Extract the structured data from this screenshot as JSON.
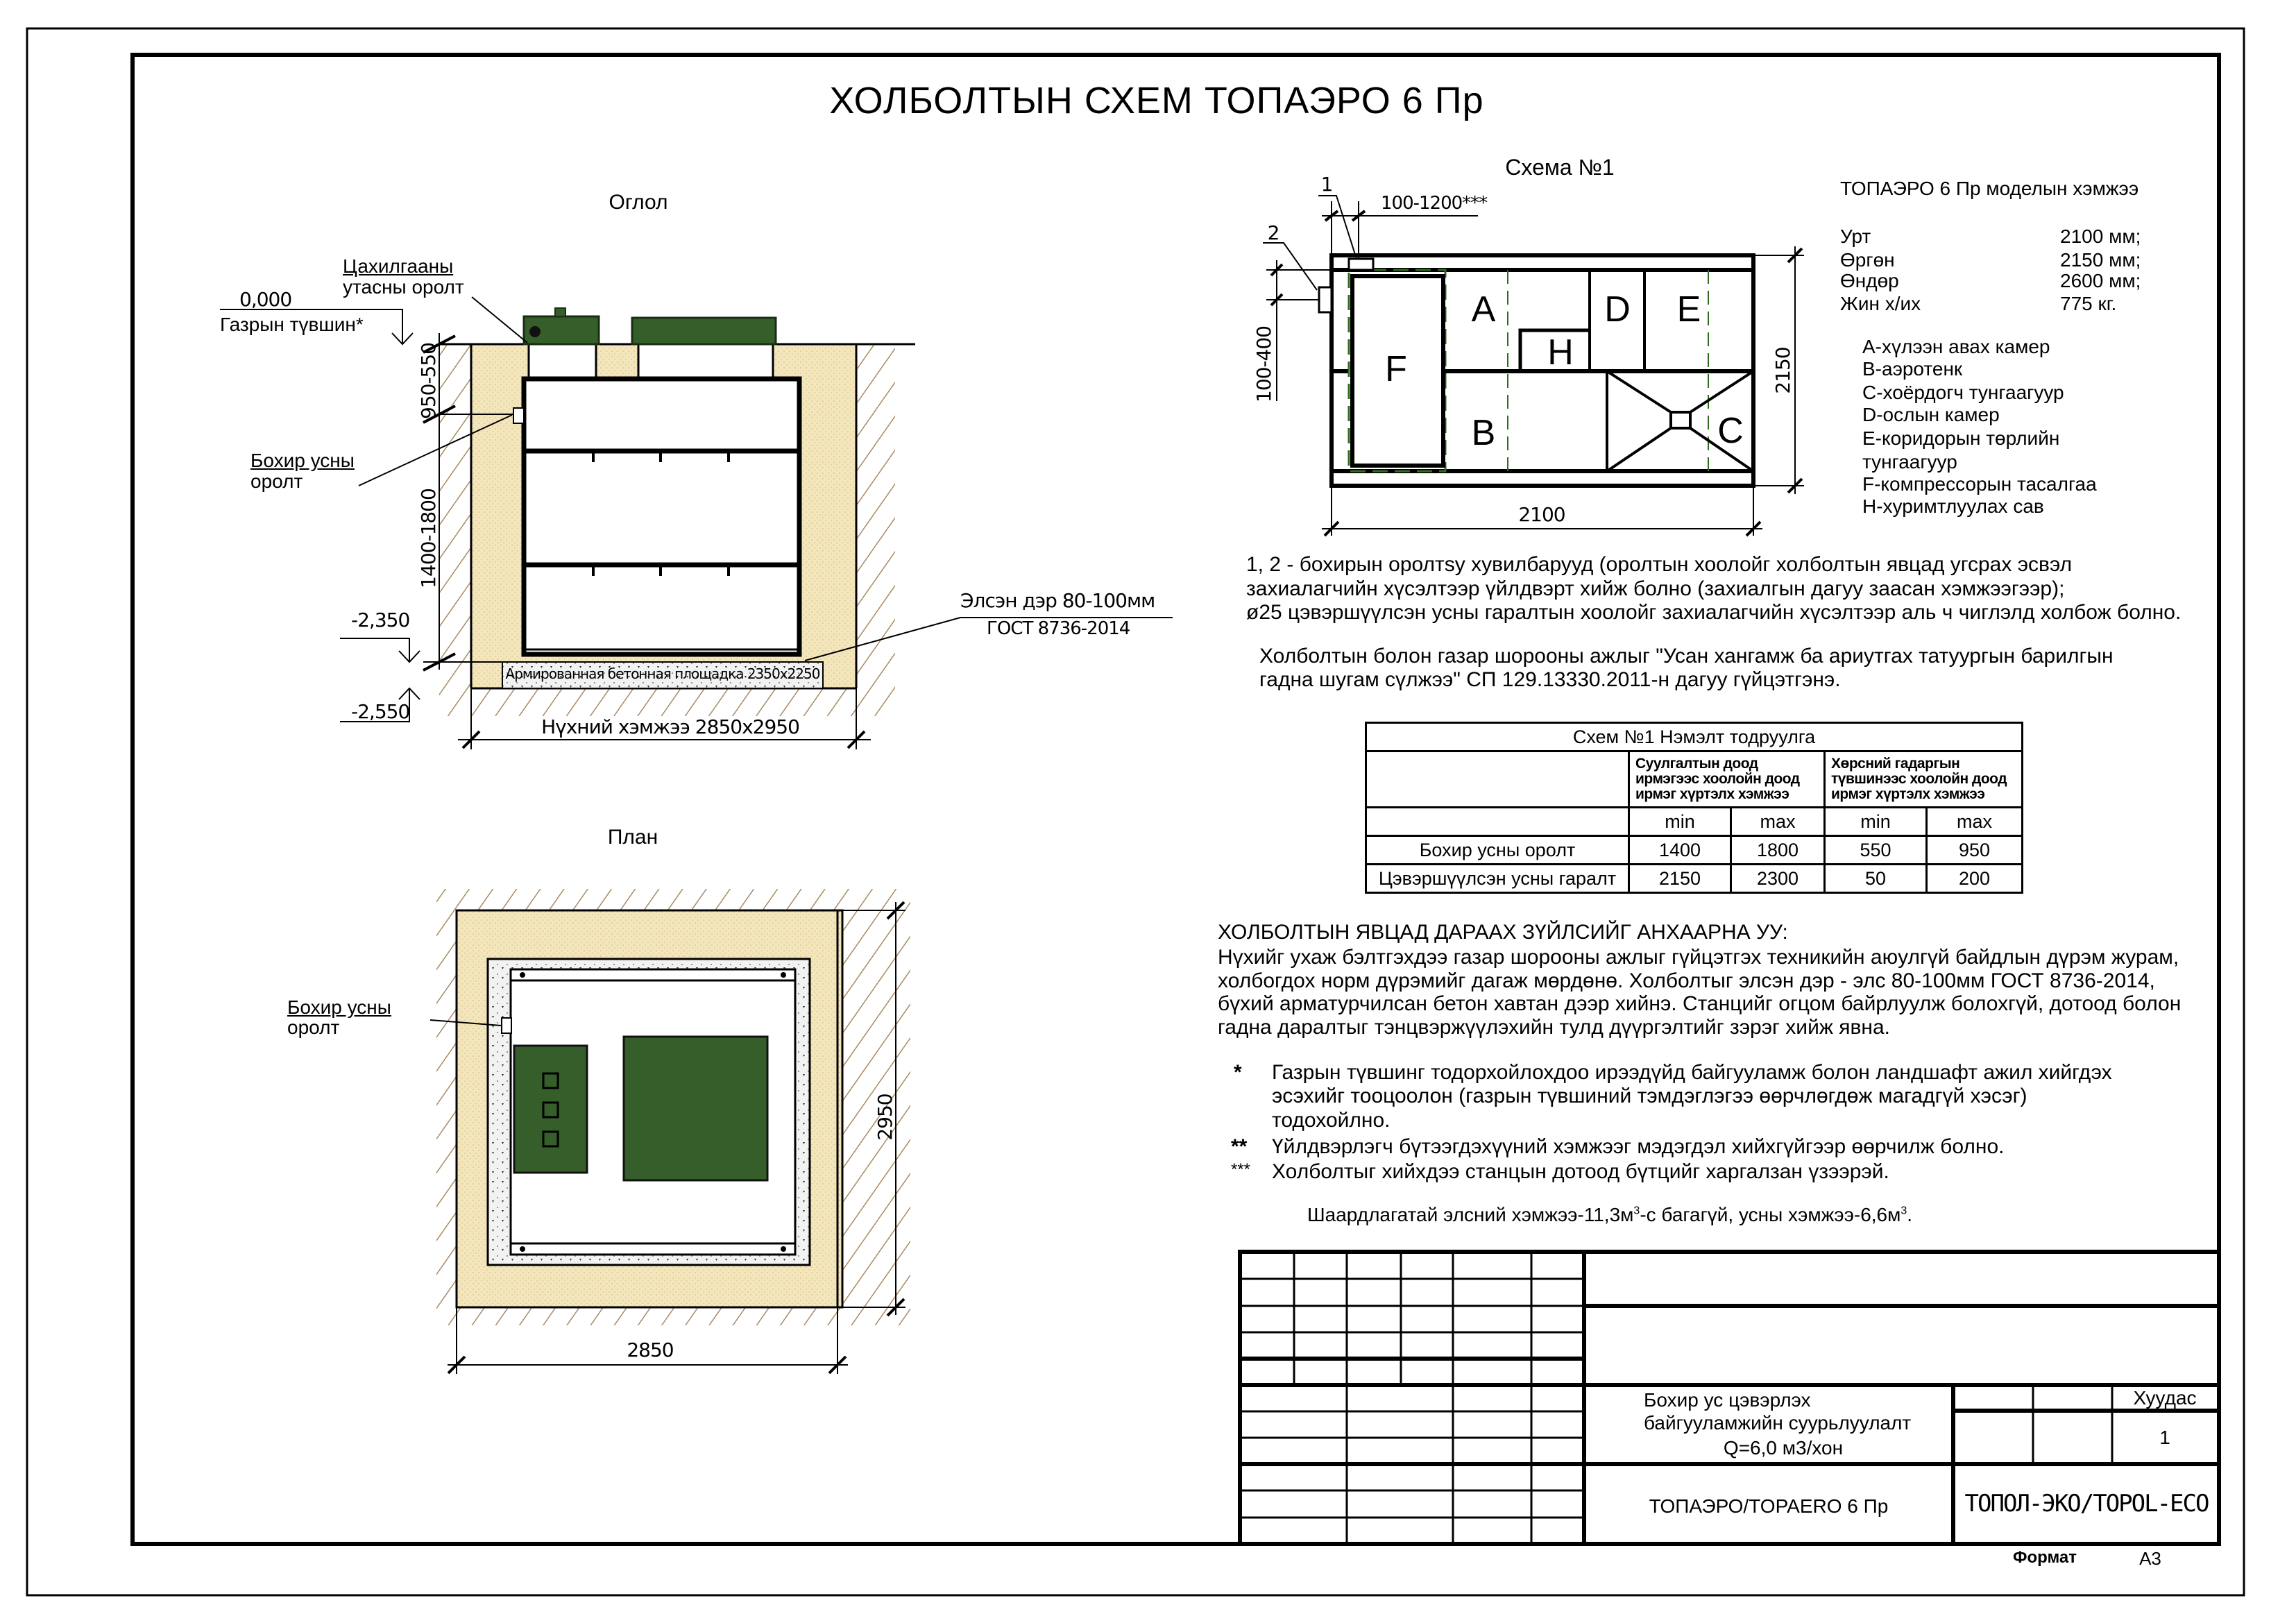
{
  "title": "ХОЛБОЛТЫН СХЕМ ТОПАЭРО 6 Пр",
  "section": {
    "title": "Оглол",
    "ground_level": "0,000",
    "ground_label": "Газрын түвшин*",
    "electric_label_1": "Цахилгааны",
    "electric_label_2": "утасны оролт",
    "inlet_label_1": "Бохир усны",
    "inlet_label_2": "оролт",
    "dim_top": "950-550",
    "dim_body": "1400-1800",
    "level_1": "-2,350",
    "level_2": "-2,550",
    "sand_label": "Элсэн дэр 80-100мм",
    "sand_standard": "ГОСТ 8736-2014",
    "slab_label": "Армированная бетонная площадка 2350х2250",
    "pit_size": "Нүхний  хэмжээ  2850х2950"
  },
  "plan": {
    "title": "План",
    "inlet_label_1": "Бохир усны",
    "inlet_label_2": "оролт",
    "width": "2850",
    "length": "2950"
  },
  "scheme": {
    "title": "Схема №1",
    "pipe_1": "1",
    "pipe_2": "2",
    "dim_offset": "100-1200***",
    "dim_pipe_height": "100-400",
    "dim_length": "2100",
    "dim_width": "2150",
    "compartments": {
      "A": "A",
      "B": "B",
      "C": "C",
      "D": "D",
      "E": "E",
      "F": "F",
      "H": "H"
    }
  },
  "model": {
    "title": "ТОПАЭРО 6 Пр моделын хэмжээ",
    "specs": [
      {
        "label": "Урт",
        "value": "2100  мм;"
      },
      {
        "label": "Өргөн",
        "value": "2150  мм;"
      },
      {
        "label": "Өндөр",
        "value": "2600  мм;"
      },
      {
        "label": "Жин  х/их",
        "value": "775  кг."
      }
    ],
    "legend": [
      "А-хүлээн авах камер",
      "В-аэротенк",
      "С-хоёрдогч тунгаагуур",
      "D-ослын камер",
      "Е-коридорын төрлийн",
      "тунгаагуур",
      "F-компрессорын тасалгаа",
      "Н-хуримтлуулах сав"
    ]
  },
  "notes": {
    "variants": [
      "1, 2 - бохирын оролтsy хувилбарууд (оролтын хоолойг холболтын явцад угсрах эсвэл",
      "захиалагчийн хүсэлтээр үйлдвэрт хийж болно (захиалгын дагуу заасан хэмжээгээр);",
      "ø25 цэвэршүүлсэн усны гаралтын хоолойг захиалагчийн хүсэлтээр аль ч чиглэлд холбож болно."
    ],
    "standard": [
      "Холболтын болон газар шорооны ажлыг \"Усан хангамж ба ариутгах татуургын барилгын",
      "гадна шугам сүлжээ\" СП 129.13330.2011-н дагуу гүйцэтгэнэ."
    ]
  },
  "table": {
    "title": "Схем №1 Нэмэлт тодруулга",
    "group_1": "Суулгалтын доод ирмэгээс хоолойн доод ирмэг хүртэлх хэмжээ",
    "group_2": "Хөрсний гадаргын түвшинээс хоолойн доод ирмэг хүртэлх хэмжээ",
    "subheaders": [
      "min",
      "max",
      "min",
      "max"
    ],
    "rows": [
      {
        "label": "Бохир усны оролт",
        "values": [
          "1400",
          "1800",
          "550",
          "950"
        ]
      },
      {
        "label": "Цэвэршүүлсэн усны гаралт",
        "values": [
          "2150",
          "2300",
          "50",
          "200"
        ]
      }
    ]
  },
  "attention": {
    "heading": "ХОЛБОЛТЫН ЯВЦАД ДАРААХ ЗҮЙЛСИЙГ АНХААРНА УУ:",
    "lines": [
      "Нүхийг ухаж бэлтгэхдээ газар шорооны ажлыг гүйцэтгэх техникийн аюулгүй байдлын дүрэм журам,",
      "холбогдох норм дүрэмийг дагаж мөрдөнө. Холболтыг элсэн дэр - элс 80-100мм ГОСТ 8736-2014,",
      "бүхий арматурчилсан бетон хавтан дээр хийнэ. Станцийг огцом байрлуулж болохгүй, дотоод болон",
      "гадна даралтыг тэнцвэржүүлэхийн тулд дүүргэлтийг зэрэг хийж явна."
    ],
    "footnotes": [
      {
        "mark": "*",
        "lines": [
          "Газрын түвшинг тодорхойлохдоо ирээдүйд байгууламж болон ландшафт ажил хийгдэх",
          "эсэхийг тооцоолон (газрын түвшиний тэмдэглэгээ өөрчлөгдөж магадгүй хэсэг)",
          "тодохойлно."
        ]
      },
      {
        "mark": "**",
        "lines": [
          "Үйлдвэрлэгч бүтээгдэхүүний хэмжээг мэдэгдэл хийхгүйгээр өөрчилж болно."
        ]
      },
      {
        "mark": "***",
        "lines": [
          "Холболтыг хийхдээ станцын дотоод бүтцийг харгалзан үзээрэй."
        ]
      }
    ],
    "requirement_1": "Шаардлагатай элсний хэмжээ-11,3м",
    "requirement_sup1": "3",
    "requirement_2": "-с багагүй, усны хэмжээ-6,6м",
    "requirement_sup2": "3",
    "requirement_end": "."
  },
  "title_block": {
    "description_1": "Бохир ус цэвэрлэх",
    "description_2": "байгууламжийн суурьлуулалт",
    "description_3": "Q=6,0 м3/хон",
    "sheet_label": "Хуудас",
    "sheet_number": "1",
    "product": "ТОПАЭРО/TOPAERO 6 Пр",
    "company": "ТОПОЛ-ЭКО/TOPOL-ECO",
    "format_label": "Формат",
    "format_value": "А3"
  },
  "colors": {
    "tank_green": "#355e2a",
    "sand": "#f3e6bd",
    "hatch": "#a88a62",
    "divider_green": "#2f6b1e"
  }
}
